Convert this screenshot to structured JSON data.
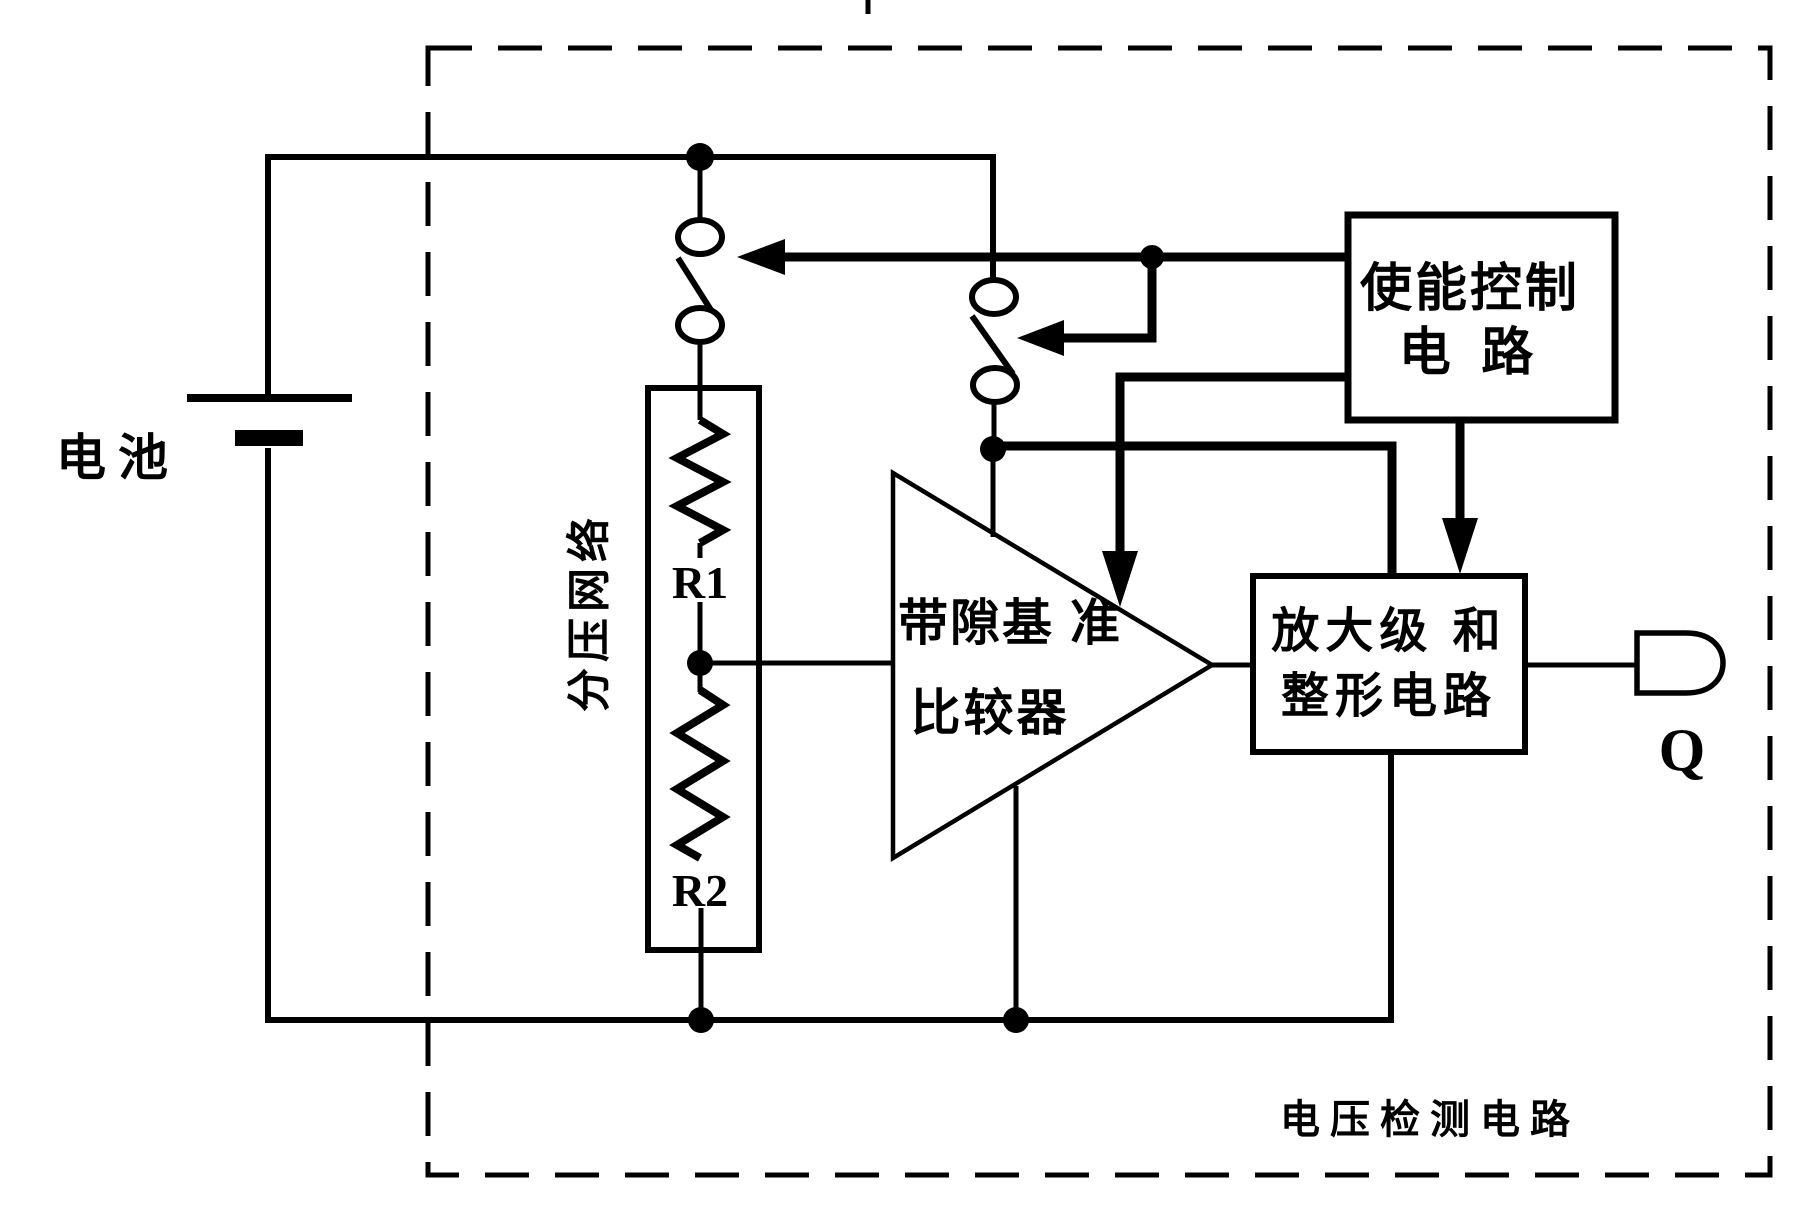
{
  "diagram": {
    "background": "#ffffff",
    "ink": "#000000",
    "labels": {
      "battery": "电池",
      "divider_network": "分压网络",
      "r1": "R1",
      "r2": "R2",
      "comparator_line1": "带隙基 准",
      "comparator_line2": "比较器",
      "enable_line1": "使能控制",
      "enable_line2": "电 路",
      "amp_line1": "放大级 和",
      "amp_line2": "整形电路",
      "output": "Q",
      "outer_box": "电压检测电路"
    }
  }
}
